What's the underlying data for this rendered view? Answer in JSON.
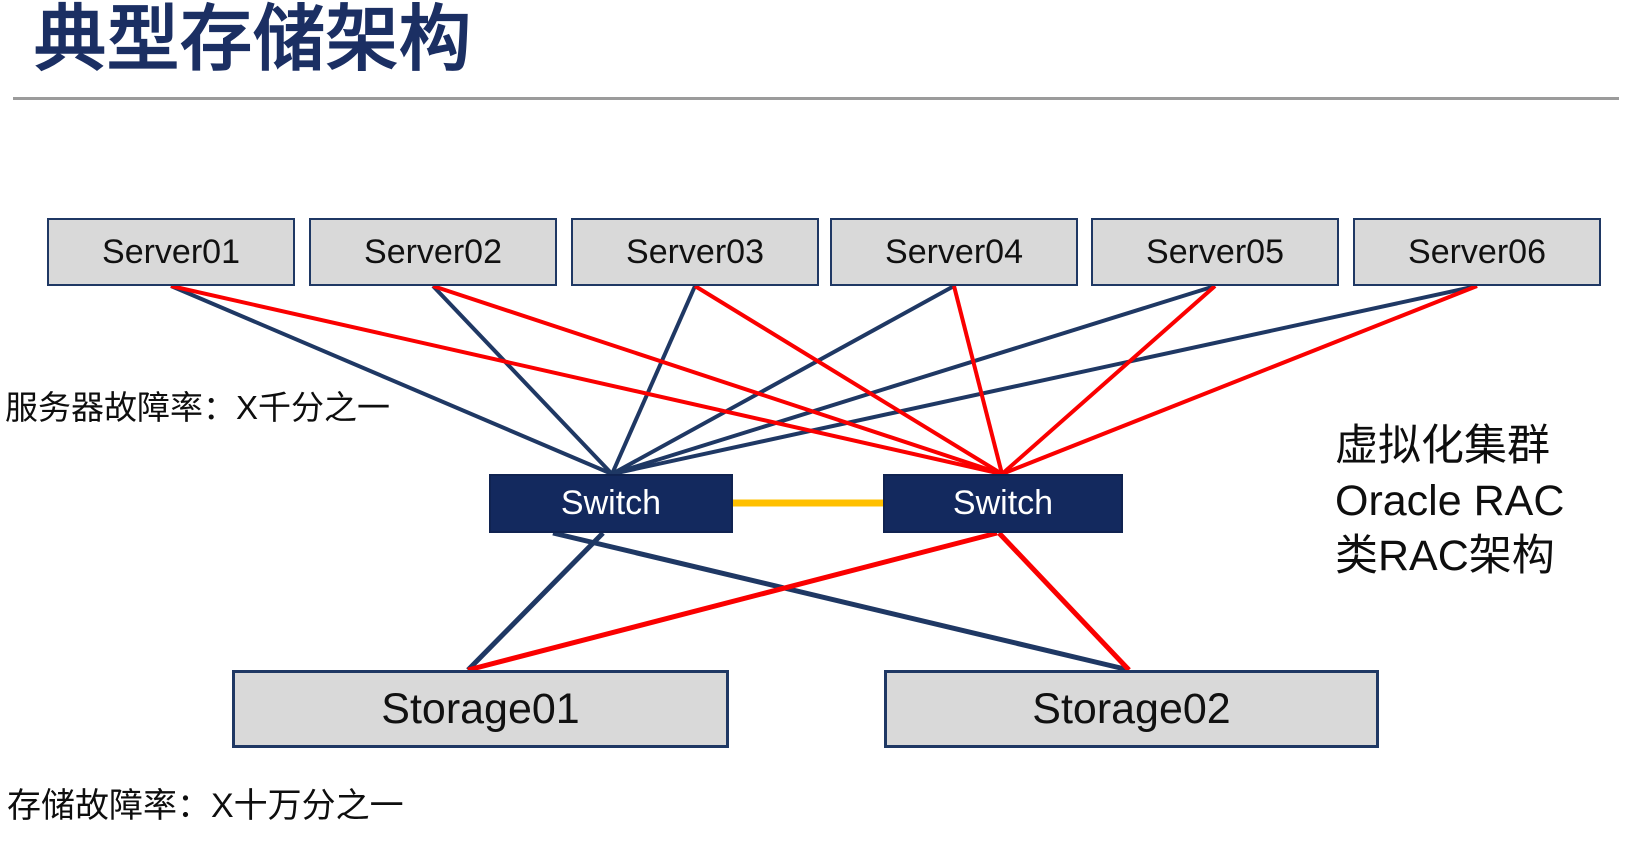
{
  "title": "典型存储架构",
  "annotations": {
    "server_failure_rate": "服务器故障率：X千分之一",
    "storage_failure_rate": "存储故障率：X十万分之一",
    "right_note": {
      "line1": "虚拟化集群",
      "line2": "Oracle RAC",
      "line3": "类RAC架构"
    }
  },
  "nodes": {
    "servers": [
      {
        "id": "server01",
        "label": "Server01"
      },
      {
        "id": "server02",
        "label": "Server02"
      },
      {
        "id": "server03",
        "label": "Server03"
      },
      {
        "id": "server04",
        "label": "Server04"
      },
      {
        "id": "server05",
        "label": "Server05"
      },
      {
        "id": "server06",
        "label": "Server06"
      }
    ],
    "switches": [
      {
        "id": "switch-a",
        "label": "Switch"
      },
      {
        "id": "switch-b",
        "label": "Switch"
      }
    ],
    "storages": [
      {
        "id": "storage01",
        "label": "Storage01"
      },
      {
        "id": "storage02",
        "label": "Storage02"
      }
    ]
  },
  "edges": [
    {
      "from": "server01",
      "to": "switch-a",
      "color": "navy"
    },
    {
      "from": "server02",
      "to": "switch-a",
      "color": "navy"
    },
    {
      "from": "server03",
      "to": "switch-a",
      "color": "navy"
    },
    {
      "from": "server04",
      "to": "switch-a",
      "color": "navy"
    },
    {
      "from": "server05",
      "to": "switch-a",
      "color": "navy"
    },
    {
      "from": "server06",
      "to": "switch-a",
      "color": "navy"
    },
    {
      "from": "server01",
      "to": "switch-b",
      "color": "red"
    },
    {
      "from": "server02",
      "to": "switch-b",
      "color": "red"
    },
    {
      "from": "server03",
      "to": "switch-b",
      "color": "red"
    },
    {
      "from": "server04",
      "to": "switch-b",
      "color": "red"
    },
    {
      "from": "server05",
      "to": "switch-b",
      "color": "red"
    },
    {
      "from": "server06",
      "to": "switch-b",
      "color": "red"
    },
    {
      "from": "switch-a",
      "to": "switch-b",
      "color": "orange"
    },
    {
      "from": "switch-a",
      "to": "storage01",
      "color": "navy"
    },
    {
      "from": "switch-a",
      "to": "storage02",
      "color": "navy"
    },
    {
      "from": "switch-b",
      "to": "storage01",
      "color": "red"
    },
    {
      "from": "switch-b",
      "to": "storage02",
      "color": "red"
    }
  ],
  "colors": {
    "navy": "#1F3864",
    "red": "#FA0000",
    "orange": "#FFC000",
    "title_navy": "#1B2F63",
    "switch_fill": "#13295E",
    "box_fill": "#D9D9D9",
    "rule_gray": "#9B9B9B"
  }
}
